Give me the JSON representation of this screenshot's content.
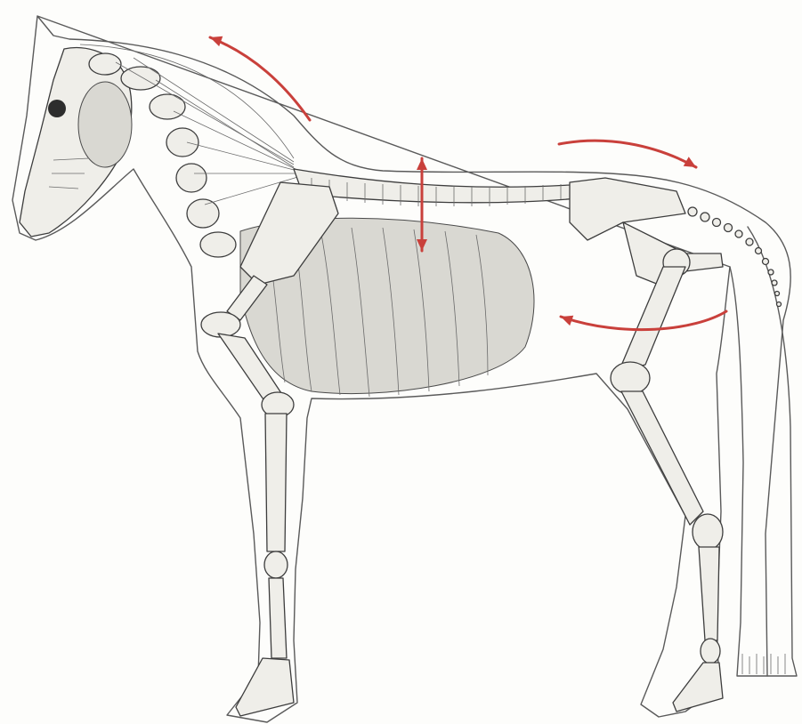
{
  "figure": {
    "subject": "horse-skeleton-anatomy-illustration",
    "colors": {
      "background": "#fdfdfb",
      "line": "#3d3d3d",
      "bone_fill": "#efeee9",
      "arrow": "#c9403b"
    },
    "arrows": [
      {
        "name": "neck-arc-arrow",
        "direction": "up-forward"
      },
      {
        "name": "back-arc-arrow",
        "direction": "backward-down"
      },
      {
        "name": "belly-vertical-arrow",
        "direction": "up-down"
      },
      {
        "name": "hindquarter-arc-arrow",
        "direction": "forward"
      }
    ]
  }
}
